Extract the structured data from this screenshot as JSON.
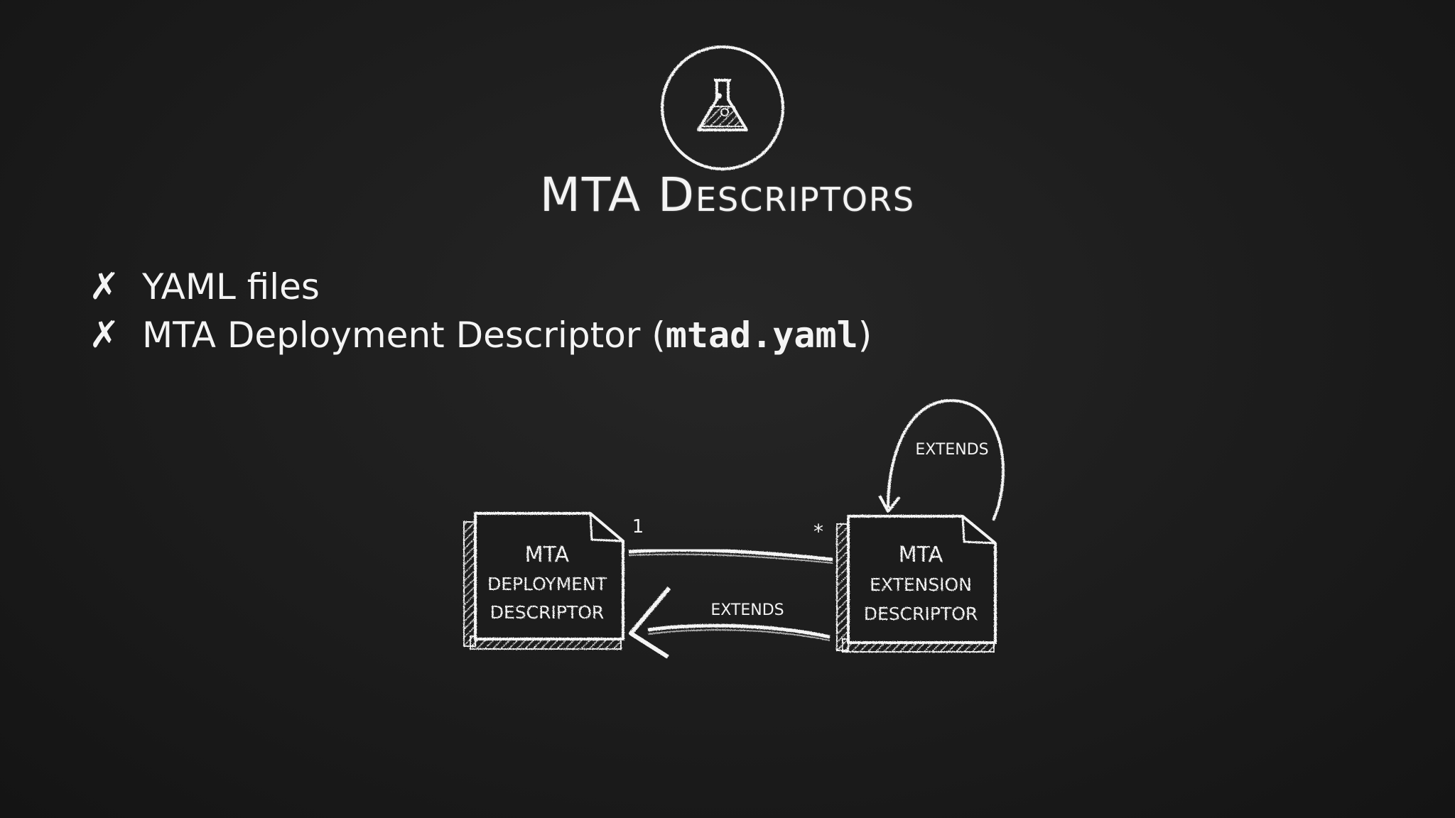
{
  "title": {
    "text": "MTA Descriptors"
  },
  "bullets": [
    {
      "mark": "✗",
      "text": "YAML files",
      "code": ""
    },
    {
      "mark": "✗",
      "text": "MTA Deployment Descriptor (",
      "code": "mtad.yaml",
      "suffix": ")"
    }
  ],
  "diagram": {
    "deployment_box": {
      "line1": "MTA",
      "line2": "DEPLOYMENT",
      "line3": "DESCRIPTOR"
    },
    "extension_box": {
      "line1": "MTA",
      "line2": "EXTENSION",
      "line3": "DESCRIPTOR"
    },
    "multiplicity_one": "1",
    "multiplicity_many": "*",
    "extends_bottom": "EXTENDS",
    "extends_loop": "EXTENDS"
  },
  "icon": {
    "name": "flask-icon"
  },
  "colors": {
    "background": "#1c1c1c",
    "chalk": "#f4f4f4"
  }
}
